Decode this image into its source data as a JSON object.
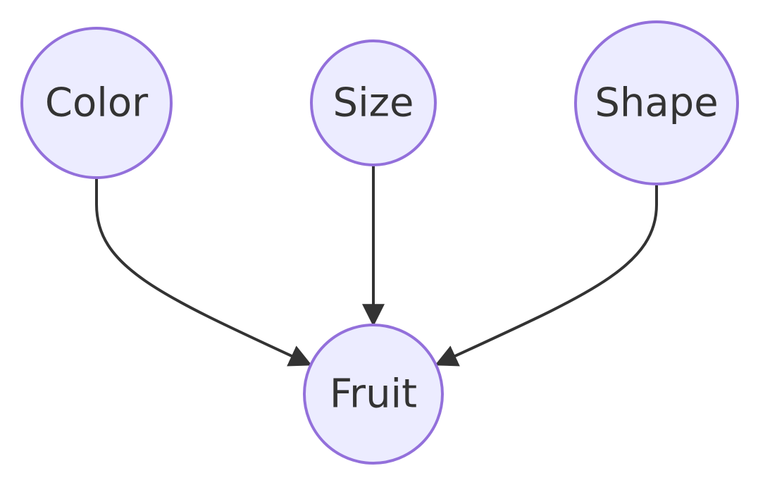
{
  "colors": {
    "node_fill": "#ECECFF",
    "node_stroke": "#9370DB",
    "edge": "#333333",
    "text": "#333333"
  },
  "nodes": {
    "color": {
      "label": "Color"
    },
    "size": {
      "label": "Size"
    },
    "shape": {
      "label": "Shape"
    },
    "fruit": {
      "label": "Fruit"
    }
  },
  "edges": [
    {
      "from": "Color",
      "to": "Fruit"
    },
    {
      "from": "Size",
      "to": "Fruit"
    },
    {
      "from": "Shape",
      "to": "Fruit"
    }
  ]
}
